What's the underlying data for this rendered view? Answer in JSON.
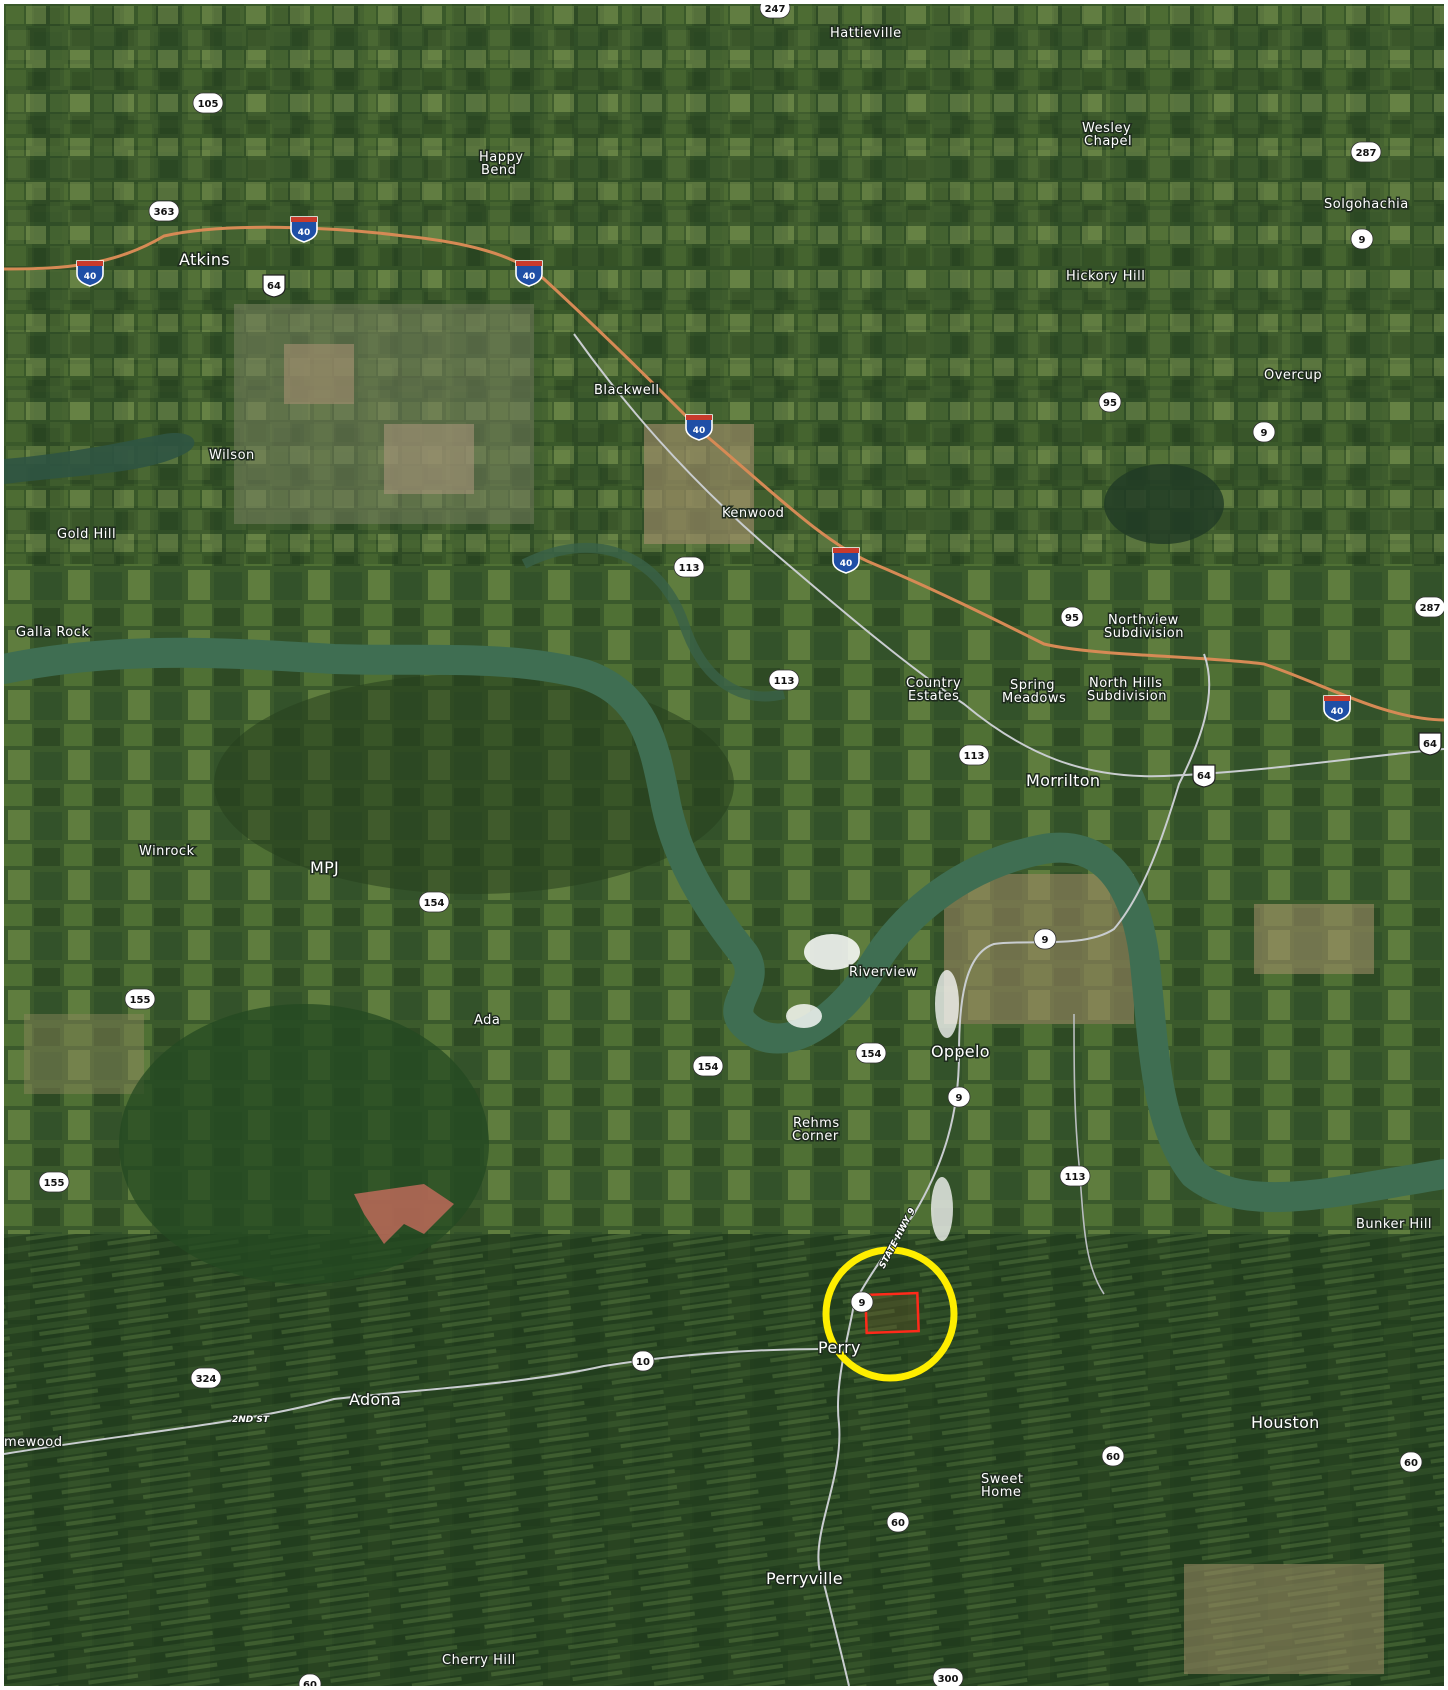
{
  "map": {
    "style": "satellite",
    "colors": {
      "land_base": "#3b5a2c",
      "land_dark": "#24401f",
      "field_light": "#7d9a4f",
      "field_tan": "#a9946c",
      "river": "#3f6e52",
      "interstate": "#d68a55",
      "highway": "#c9cdd0",
      "highlight_circle": "#ffee00",
      "parcel": "#ff2a1a"
    },
    "places": [
      {
        "text": "Hattieville"
      },
      {
        "text": "Happy"
      },
      {
        "text": "Bend"
      },
      {
        "text": "Wesley"
      },
      {
        "text": "Chapel"
      },
      {
        "text": "Solgohachia"
      },
      {
        "text": "Atkins"
      },
      {
        "text": "Hickory Hill"
      },
      {
        "text": "Blackwell"
      },
      {
        "text": "Overcup"
      },
      {
        "text": "Wilson"
      },
      {
        "text": "Kenwood"
      },
      {
        "text": "Gold Hill"
      },
      {
        "text": "Galla Rock"
      },
      {
        "text": "Northview"
      },
      {
        "text": "Subdivision"
      },
      {
        "text": "Country"
      },
      {
        "text": "Estates"
      },
      {
        "text": "Spring"
      },
      {
        "text": "Meadows"
      },
      {
        "text": "North Hills"
      },
      {
        "text": "Subdivision"
      },
      {
        "text": "Morrilton"
      },
      {
        "text": "Winrock"
      },
      {
        "text": "MPJ"
      },
      {
        "text": "Riverview"
      },
      {
        "text": "Ada"
      },
      {
        "text": "Oppelo"
      },
      {
        "text": "Rehms"
      },
      {
        "text": "Corner"
      },
      {
        "text": "Bunker Hill"
      },
      {
        "text": "Perry"
      },
      {
        "text": "Adona"
      },
      {
        "text": "mewood"
      },
      {
        "text": "Houston"
      },
      {
        "text": "Sweet"
      },
      {
        "text": "Home"
      },
      {
        "text": "Perryville"
      },
      {
        "text": "Cherry Hill"
      }
    ],
    "road_labels": [
      {
        "text": "STATE HWY 9"
      },
      {
        "text": "2ND ST"
      }
    ],
    "shields": [
      {
        "type": "state",
        "text": "247"
      },
      {
        "type": "state",
        "text": "105"
      },
      {
        "type": "state",
        "text": "363"
      },
      {
        "type": "state",
        "text": "287"
      },
      {
        "type": "state",
        "text": "9"
      },
      {
        "type": "interstate",
        "text": "40"
      },
      {
        "type": "interstate",
        "text": "40"
      },
      {
        "type": "interstate",
        "text": "40"
      },
      {
        "type": "us",
        "text": "64"
      },
      {
        "type": "state",
        "text": "95"
      },
      {
        "type": "state",
        "text": "9"
      },
      {
        "type": "interstate",
        "text": "40"
      },
      {
        "type": "state",
        "text": "113"
      },
      {
        "type": "state",
        "text": "95"
      },
      {
        "type": "interstate",
        "text": "40"
      },
      {
        "type": "state",
        "text": "287"
      },
      {
        "type": "state",
        "text": "113"
      },
      {
        "type": "interstate",
        "text": "40"
      },
      {
        "type": "us",
        "text": "64"
      },
      {
        "type": "state",
        "text": "113"
      },
      {
        "type": "us",
        "text": "64"
      },
      {
        "type": "state",
        "text": "154"
      },
      {
        "type": "state",
        "text": "9"
      },
      {
        "type": "state",
        "text": "155"
      },
      {
        "type": "state",
        "text": "154"
      },
      {
        "type": "state",
        "text": "154"
      },
      {
        "type": "state",
        "text": "9"
      },
      {
        "type": "state",
        "text": "113"
      },
      {
        "type": "state",
        "text": "155"
      },
      {
        "type": "state",
        "text": "9"
      },
      {
        "type": "state",
        "text": "10"
      },
      {
        "type": "state",
        "text": "324"
      },
      {
        "type": "state",
        "text": "60"
      },
      {
        "type": "state",
        "text": "60"
      },
      {
        "type": "state",
        "text": "60"
      },
      {
        "type": "state",
        "text": "60"
      },
      {
        "type": "state",
        "text": "300"
      }
    ]
  }
}
